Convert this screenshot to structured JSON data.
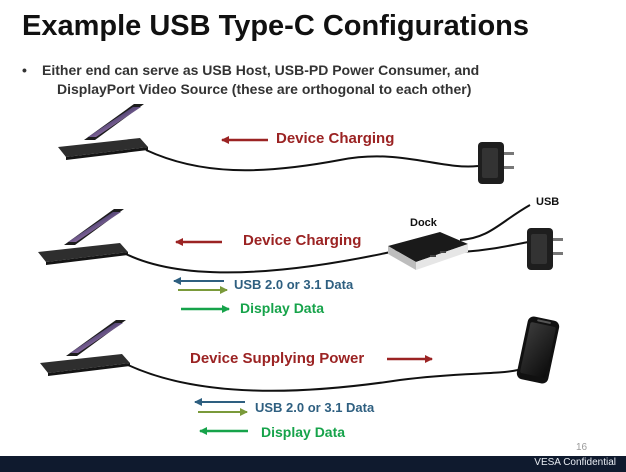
{
  "slide": {
    "title": "Example USB Type-C Configurations",
    "bullet_marker": "•",
    "bullet_line_1": "Either end can serve as USB Host, USB-PD Power Consumer, and",
    "bullet_line_2": "DisplayPort Video Source (these are orthogonal to each other)"
  },
  "configs": [
    {
      "power_label": "Device Charging",
      "power_arrow_direction": "left"
    },
    {
      "power_label": "Device Charging",
      "power_arrow_direction": "left",
      "data_label": "USB 2.0 or 3.1 Data",
      "display_label": "Display Data",
      "dock_label": "Dock",
      "usb_label": "USB"
    },
    {
      "power_label": "Device Supplying Power",
      "power_arrow_direction": "right",
      "data_label": "USB 2.0 or 3.1 Data",
      "display_label": "Display Data"
    }
  ],
  "footer": {
    "page_number": "16",
    "confidential_label": "VESA Confidential"
  },
  "colors": {
    "power_arrow": "#9b2323",
    "data_arrow_blue": "#2e5f80",
    "data_arrow_olive": "#7a9a3a",
    "display_arrow": "#16a34a",
    "footer_bar": "#0f1a2e"
  },
  "icons": [
    "laptop-icon",
    "wall-charger-icon",
    "dock-icon",
    "phone-icon"
  ]
}
